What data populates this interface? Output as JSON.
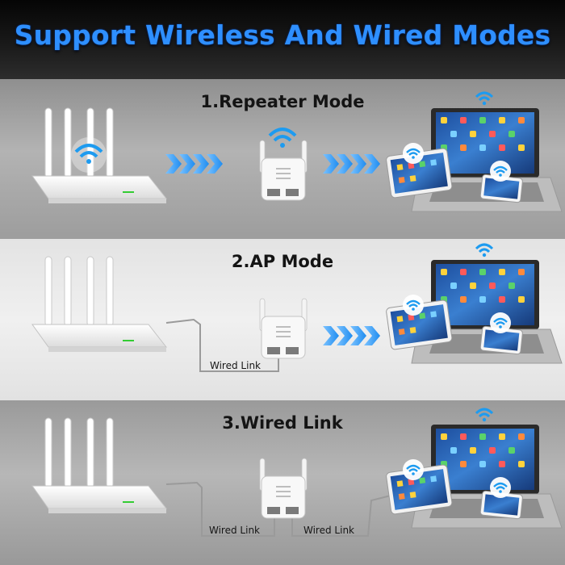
{
  "header": {
    "title": "Support Wireless And Wired Modes"
  },
  "modes": [
    {
      "title": "1.Repeater Mode",
      "wired_labels": []
    },
    {
      "title": "2.AP Mode",
      "wired_labels": [
        "Wired Link"
      ]
    },
    {
      "title": "3.Wired Link",
      "wired_labels": [
        "Wired Link",
        "Wired Link"
      ]
    }
  ],
  "colors": {
    "title_blue": "#2e8fff",
    "arrow_blue": "#1e8cf0",
    "wifi_blue": "#1d9bf0",
    "router_led": "#33cc33"
  },
  "icons": [
    "router-icon",
    "extender-icon",
    "laptop-icon",
    "tablet-icon",
    "phone-icon",
    "wifi-icon",
    "chevron-arrows-icon",
    "cable-icon"
  ]
}
